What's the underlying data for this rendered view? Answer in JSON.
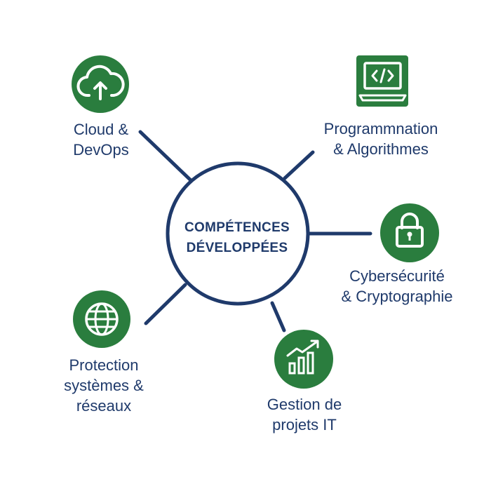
{
  "center": {
    "line1": "COMPÉTENCES",
    "line2": "DÉVELOPPÉES"
  },
  "nodes": [
    {
      "lines": [
        "Cloud &",
        "DevOps"
      ],
      "icon": "cloud-upload-icon"
    },
    {
      "lines": [
        "Programmnation",
        "& Algorithmes"
      ],
      "icon": "laptop-code-icon"
    },
    {
      "lines": [
        "Cybersécurité",
        "& Cryptographie"
      ],
      "icon": "padlock-icon"
    },
    {
      "lines": [
        "Gestion de",
        "projets IT"
      ],
      "icon": "growth-chart-icon"
    },
    {
      "lines": [
        "Protection",
        "systèmes &",
        "réseaux"
      ],
      "icon": "globe-icon"
    }
  ],
  "colors": {
    "navy": "#1f3a6b",
    "green": "#2a7d3e",
    "white": "#ffffff"
  }
}
